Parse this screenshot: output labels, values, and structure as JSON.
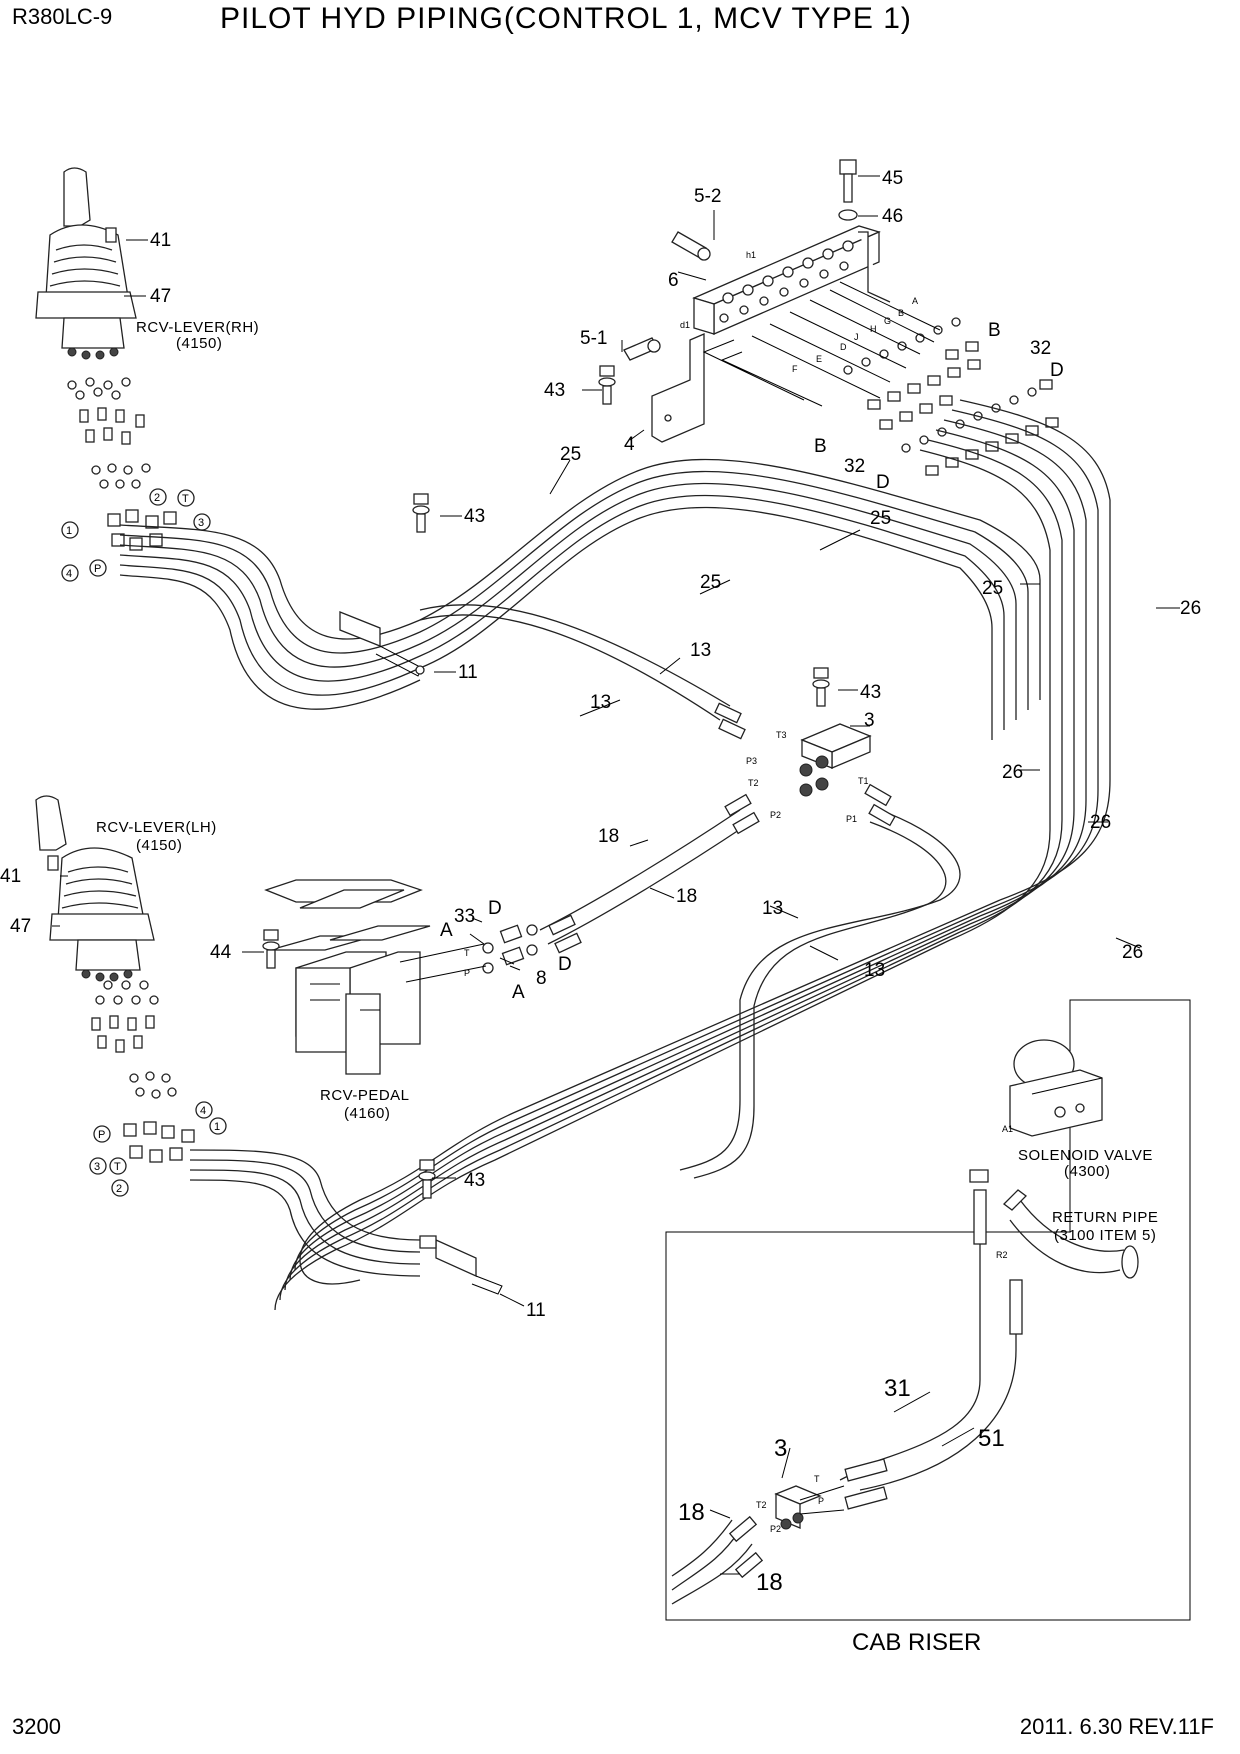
{
  "header": {
    "model": "R380LC-9",
    "title": "PILOT HYD PIPING(CONTROL 1, MCV TYPE 1)"
  },
  "footer": {
    "page": "3200",
    "revision": "2011. 6.30  REV.11F"
  },
  "assemblies": {
    "rcv_lever_rh": {
      "name": "RCV-LEVER(RH)",
      "ref": "(4150)"
    },
    "rcv_lever_lh": {
      "name": "RCV-LEVER(LH)",
      "ref": "(4150)"
    },
    "rcv_pedal": {
      "name": "RCV-PEDAL",
      "ref": "(4160)"
    },
    "solenoid_valve": {
      "name": "SOLENOID VALVE",
      "ref": "(4300)"
    },
    "return_pipe": {
      "name": "RETURN PIPE",
      "ref": "(3100 ITEM 5)"
    },
    "cab_riser": {
      "name": "CAB RISER"
    }
  },
  "callouts": {
    "p45": "45",
    "p46": "46",
    "p5_2": "5-2",
    "p6": "6",
    "p5_1": "5-1",
    "p43a": "43",
    "p4": "4",
    "pB1": "B",
    "p32a": "32",
    "pD1": "D",
    "pB2": "B",
    "p32b": "32",
    "pD2": "D",
    "p41rh": "41",
    "p47rh": "47",
    "p25a": "25",
    "p25b": "25",
    "p25c": "25",
    "p25d": "25",
    "p26a": "26",
    "p26b": "26",
    "p26c": "26",
    "p26d": "26",
    "p43b": "43",
    "p11a": "11",
    "p13a": "13",
    "p13b": "13",
    "p43c": "43",
    "p3a": "3",
    "p18a": "18",
    "p18b": "18",
    "p13c": "13",
    "p13d": "13",
    "p41lh": "41",
    "p47lh": "47",
    "p44": "44",
    "pA1": "A",
    "p33": "33",
    "pDp1": "D",
    "pDp2": "D",
    "p8": "8",
    "pA2": "A",
    "p43d": "43",
    "p11b": "11",
    "p31": "31",
    "p51": "51",
    "p3b": "3",
    "p18c": "18",
    "p18d": "18"
  },
  "port_labels": {
    "h1": "h1",
    "d1": "d1",
    "A": "A",
    "B": "B",
    "G": "G",
    "H": "H",
    "J": "J",
    "D": "D",
    "E": "E",
    "F": "F",
    "T3": "T3",
    "P3": "P3",
    "T2": "T2",
    "P2": "P2",
    "T1": "T1",
    "P1": "P1",
    "T": "T",
    "P": "P",
    "A1": "A1",
    "R2": "R2",
    "cT": "T",
    "cP": "P",
    "cT2": "T2",
    "cP2": "P2"
  },
  "circle_markers": {
    "rh": {
      "m1": "1",
      "m2": "2",
      "mT": "T",
      "m3": "3",
      "m4": "4",
      "mP": "P"
    },
    "lh": {
      "m4": "4",
      "m1": "1",
      "mP": "P",
      "m3": "3",
      "mT": "T",
      "m2": "2"
    }
  }
}
